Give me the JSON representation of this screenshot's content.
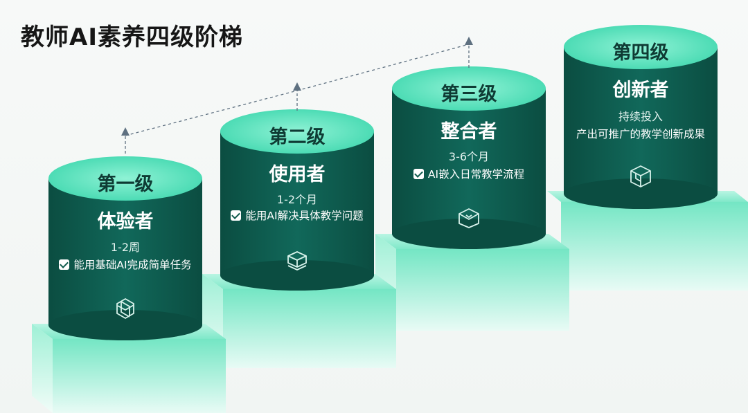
{
  "title": "教师AI素养四级阶梯",
  "levels": [
    {
      "level": "第一级",
      "role": "体验者",
      "duration": "1-2周",
      "description": "能用基础AI完成简单任务",
      "icon": "ai-knot-icon"
    },
    {
      "level": "第二级",
      "role": "使用者",
      "duration": "1-2个月",
      "description": "能用AI解决具体教学问题",
      "icon": "layered-box-icon"
    },
    {
      "level": "第三级",
      "role": "整合者",
      "duration": "3-6个月",
      "description": "AI嵌入日常教学流程",
      "icon": "open-box-icon"
    },
    {
      "level": "第四级",
      "role": "创新者",
      "duration_line1": "持续投入",
      "duration_line2": "产出可推广的教学创新成果",
      "icon": "cube-icon"
    }
  ],
  "colors": {
    "cylinder_body": "#0f5b4d",
    "cylinder_top": "#5fe3c0",
    "pedestal": "#8ef0d3",
    "arrow": "#5e7080"
  }
}
